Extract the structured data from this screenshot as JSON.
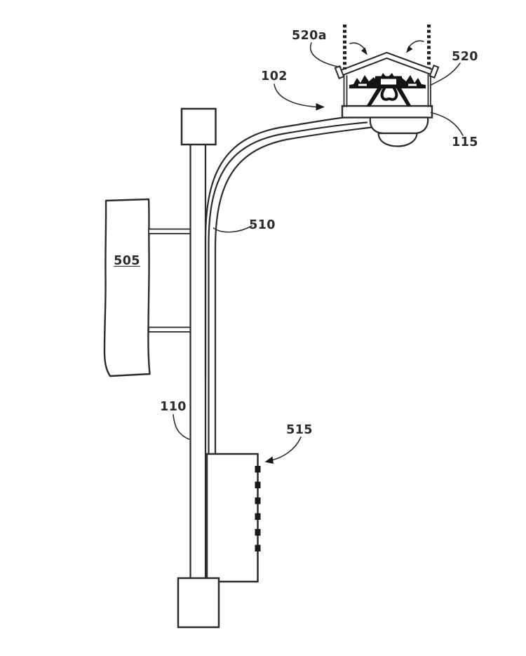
{
  "figure": {
    "background": "#ffffff",
    "line_color": "#2b2b2b",
    "labels": {
      "guide_rails": "520a",
      "housing": "520",
      "streetlight_assembly": "102",
      "luminaire": "115",
      "pole_arm": "510",
      "sign": "505",
      "pole": "110",
      "equipment_cabinet": "515"
    }
  }
}
